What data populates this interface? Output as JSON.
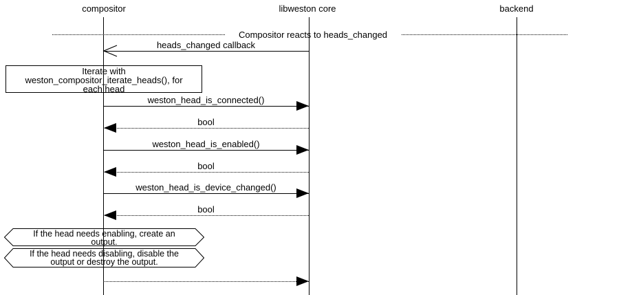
{
  "diagram_title": "Compositor reacts to heads_changed",
  "actors": [
    {
      "name": "compositor"
    },
    {
      "name": "libweston core"
    },
    {
      "name": "backend"
    }
  ],
  "divider": {
    "label": "Compositor reacts to heads_changed"
  },
  "messages": [
    {
      "label": "heads_changed callback",
      "from": "libweston core",
      "to": "compositor",
      "line": "solid",
      "arrow": "open-left"
    },
    {
      "label": "weston_head_is_connected()",
      "from": "compositor",
      "to": "libweston core",
      "line": "solid",
      "arrow": "filled-right"
    },
    {
      "label": "bool",
      "from": "libweston core",
      "to": "compositor",
      "line": "dotted",
      "arrow": "filled-left"
    },
    {
      "label": "weston_head_is_enabled()",
      "from": "compositor",
      "to": "libweston core",
      "line": "solid",
      "arrow": "filled-right"
    },
    {
      "label": "bool",
      "from": "libweston core",
      "to": "compositor",
      "line": "dotted",
      "arrow": "filled-left"
    },
    {
      "label": "weston_head_is_device_changed()",
      "from": "compositor",
      "to": "libweston core",
      "line": "solid",
      "arrow": "filled-right"
    },
    {
      "label": "bool",
      "from": "libweston core",
      "to": "compositor",
      "line": "dotted",
      "arrow": "filled-left"
    },
    {
      "label": "",
      "from": "compositor",
      "to": "libweston core",
      "line": "dotted",
      "arrow": "filled-right"
    }
  ],
  "note": {
    "lines": [
      "Iterate with",
      "weston_compositor_iterate_heads(), for",
      "each head"
    ]
  },
  "conditions": [
    {
      "lines": [
        "If the head needs enabling, create an",
        "output."
      ]
    },
    {
      "lines": [
        "If the head needs disabling, disable the",
        "output or destroy the output."
      ]
    }
  ],
  "colors": {
    "line": "#000000",
    "background": "#ffffff",
    "text": "#000000"
  }
}
